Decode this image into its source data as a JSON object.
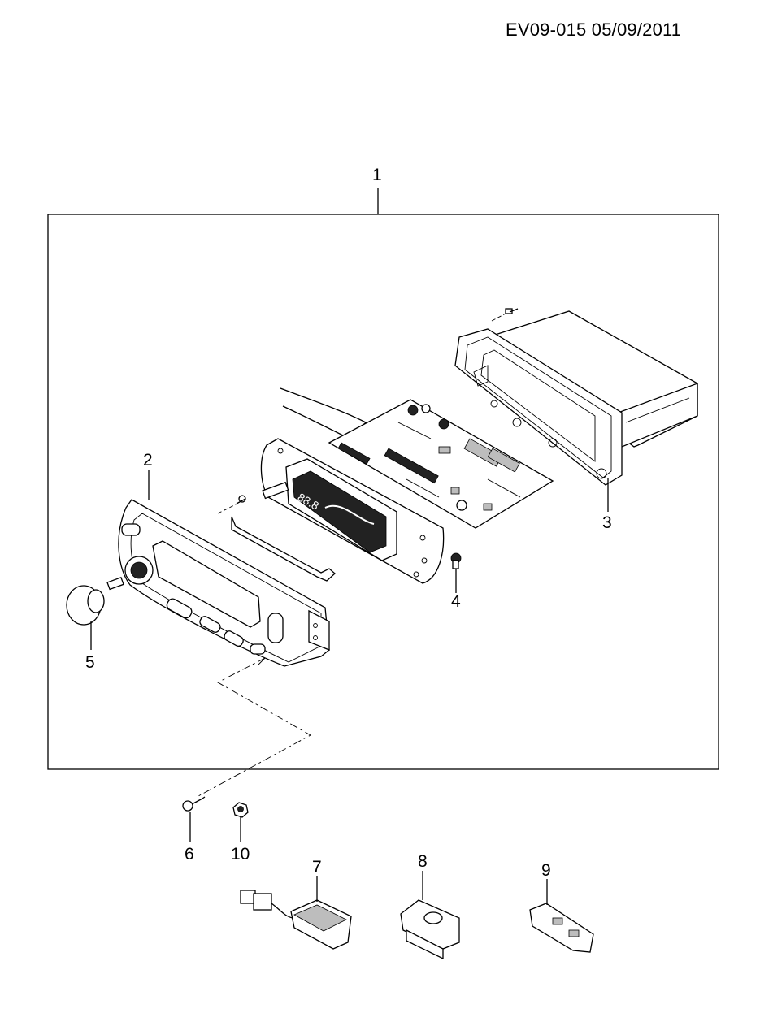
{
  "header": {
    "document_code": "EV09-015 05/09/2011"
  },
  "callouts": [
    {
      "id": "1",
      "label": "1"
    },
    {
      "id": "2",
      "label": "2"
    },
    {
      "id": "3",
      "label": "3"
    },
    {
      "id": "4",
      "label": "4"
    },
    {
      "id": "5",
      "label": "5"
    },
    {
      "id": "6",
      "label": "6"
    },
    {
      "id": "7",
      "label": "7"
    },
    {
      "id": "8",
      "label": "8"
    },
    {
      "id": "9",
      "label": "9"
    },
    {
      "id": "10",
      "label": "10"
    }
  ],
  "icons": {
    "assembly": "exploded-view-drawing",
    "parts": [
      "control-panel-assembly",
      "face-bezel",
      "rear-housing",
      "screw",
      "knob",
      "tapping-screw",
      "sensor-with-connector",
      "switch",
      "connector-clip",
      "nut"
    ]
  }
}
